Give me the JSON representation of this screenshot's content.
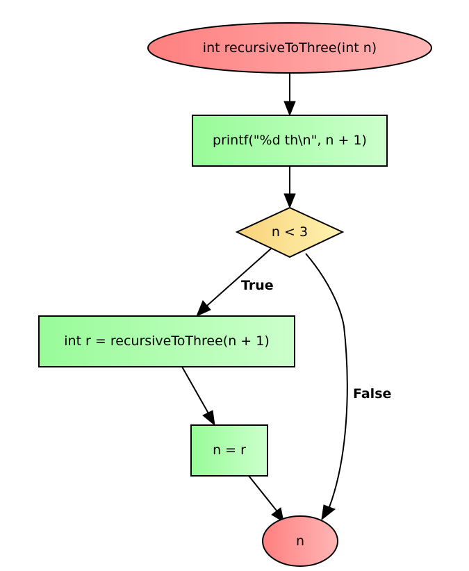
{
  "nodes": {
    "start": {
      "label": "int recursiveToThree(int n)",
      "shape": "ellipse"
    },
    "print": {
      "label": "printf(\"%d th\\n\", n + 1)",
      "shape": "rectangle"
    },
    "condition": {
      "label": "n < 3",
      "shape": "diamond"
    },
    "recurse": {
      "label": "int r = recursiveToThree(n + 1)",
      "shape": "rectangle"
    },
    "assign": {
      "label": "n = r",
      "shape": "rectangle"
    },
    "end": {
      "label": "n",
      "shape": "ellipse"
    }
  },
  "edges": {
    "true_label": "True",
    "false_label": "False"
  },
  "colors": {
    "terminal_start": "#ff7f7f",
    "terminal_end": "#ffb6b6",
    "process_start": "#98fb98",
    "process_end": "#ccffcc",
    "decision_start": "#f8d27a",
    "decision_end": "#fff3b0"
  }
}
